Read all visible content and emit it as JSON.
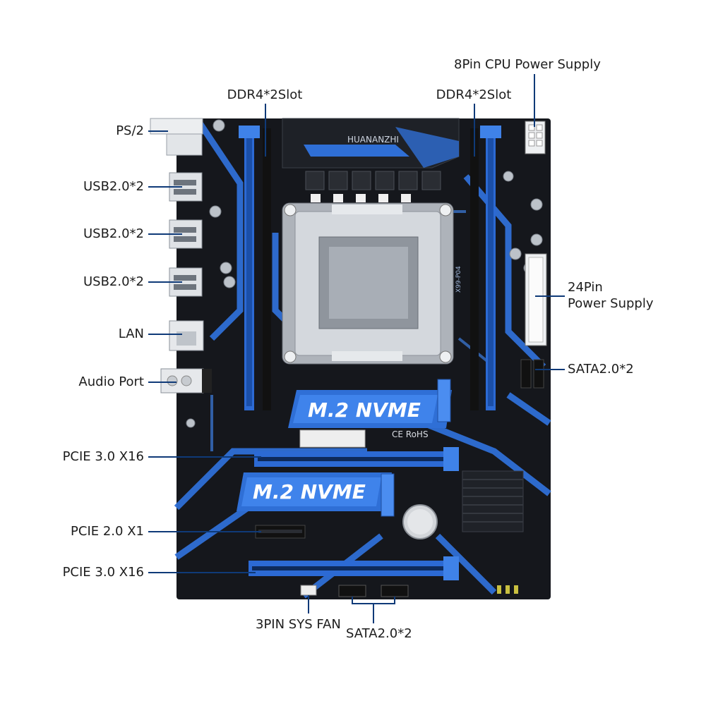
{
  "board": {
    "brand": "HUANANZHI",
    "model": "X99-P04",
    "m2_slot_1": "M.2 NVME",
    "m2_slot_2": "M.2 NVME",
    "cert_marks": "CE RoHS",
    "colors": {
      "pcb": "#15171c",
      "accent": "#2f6fd6",
      "accent_light": "#5b9bf0",
      "socket_metal": "#c9ccd1",
      "leader_line": "#0f3a78"
    }
  },
  "labels": {
    "ps2": "PS/2",
    "usb_1": "USB2.0*2",
    "usb_2": "USB2.0*2",
    "usb_3": "USB2.0*2",
    "lan": "LAN",
    "audio": "Audio Port",
    "pcie_x16_1": "PCIE 3.0 X16",
    "pcie_x1": "PCIE 2.0 X1",
    "pcie_x16_2": "PCIE 3.0 X16",
    "ddr4_left": "DDR4*2Slot",
    "ddr4_right": "DDR4*2Slot",
    "cpu_power": "8Pin CPU Power Supply",
    "atx_power_line1": "24Pin",
    "atx_power_line2": "Power Supply",
    "sata_right": "SATA2.0*2",
    "sys_fan": "3PIN SYS FAN",
    "sata_bottom": "SATA2.0*2"
  }
}
